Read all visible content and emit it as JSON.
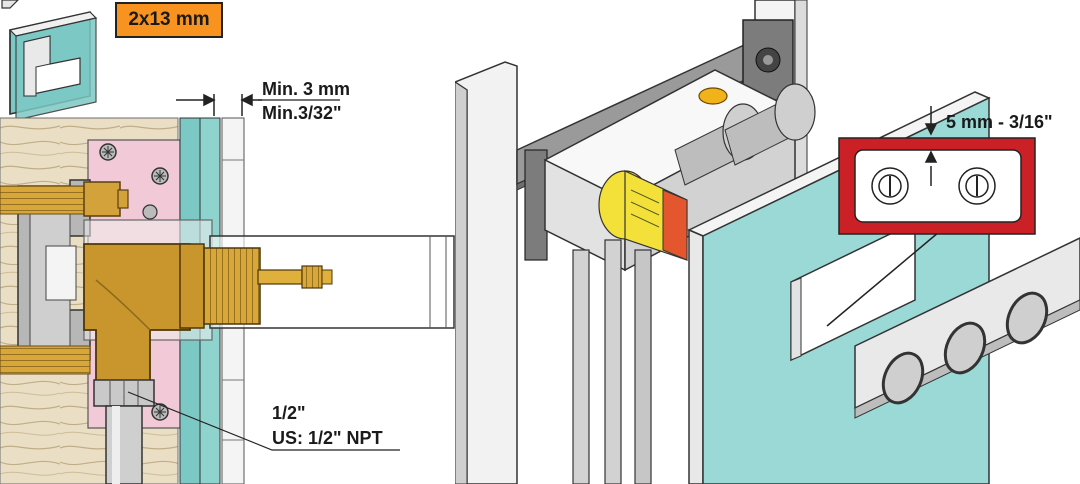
{
  "left_diagram": {
    "thickness_badge": "2x13 mm",
    "min_gap_metric": "Min. 3 mm",
    "min_gap_imperial": "Min.3/32\"",
    "connection_size": "1/2\"",
    "connection_thread": "US: 1/2\" NPT"
  },
  "right_diagram": {
    "plate_gap": "5 mm - 3/16\""
  },
  "colors": {
    "badge": "#f7931e",
    "drywall": "#7cc8c4",
    "brass": "#c9962e",
    "highlight_frame": "#cc2027",
    "wood": "#e8dcc2",
    "mount_plate": "#f2c9d6"
  },
  "icons": [
    "drywall-corner-icon",
    "valve-symbol-icon"
  ]
}
